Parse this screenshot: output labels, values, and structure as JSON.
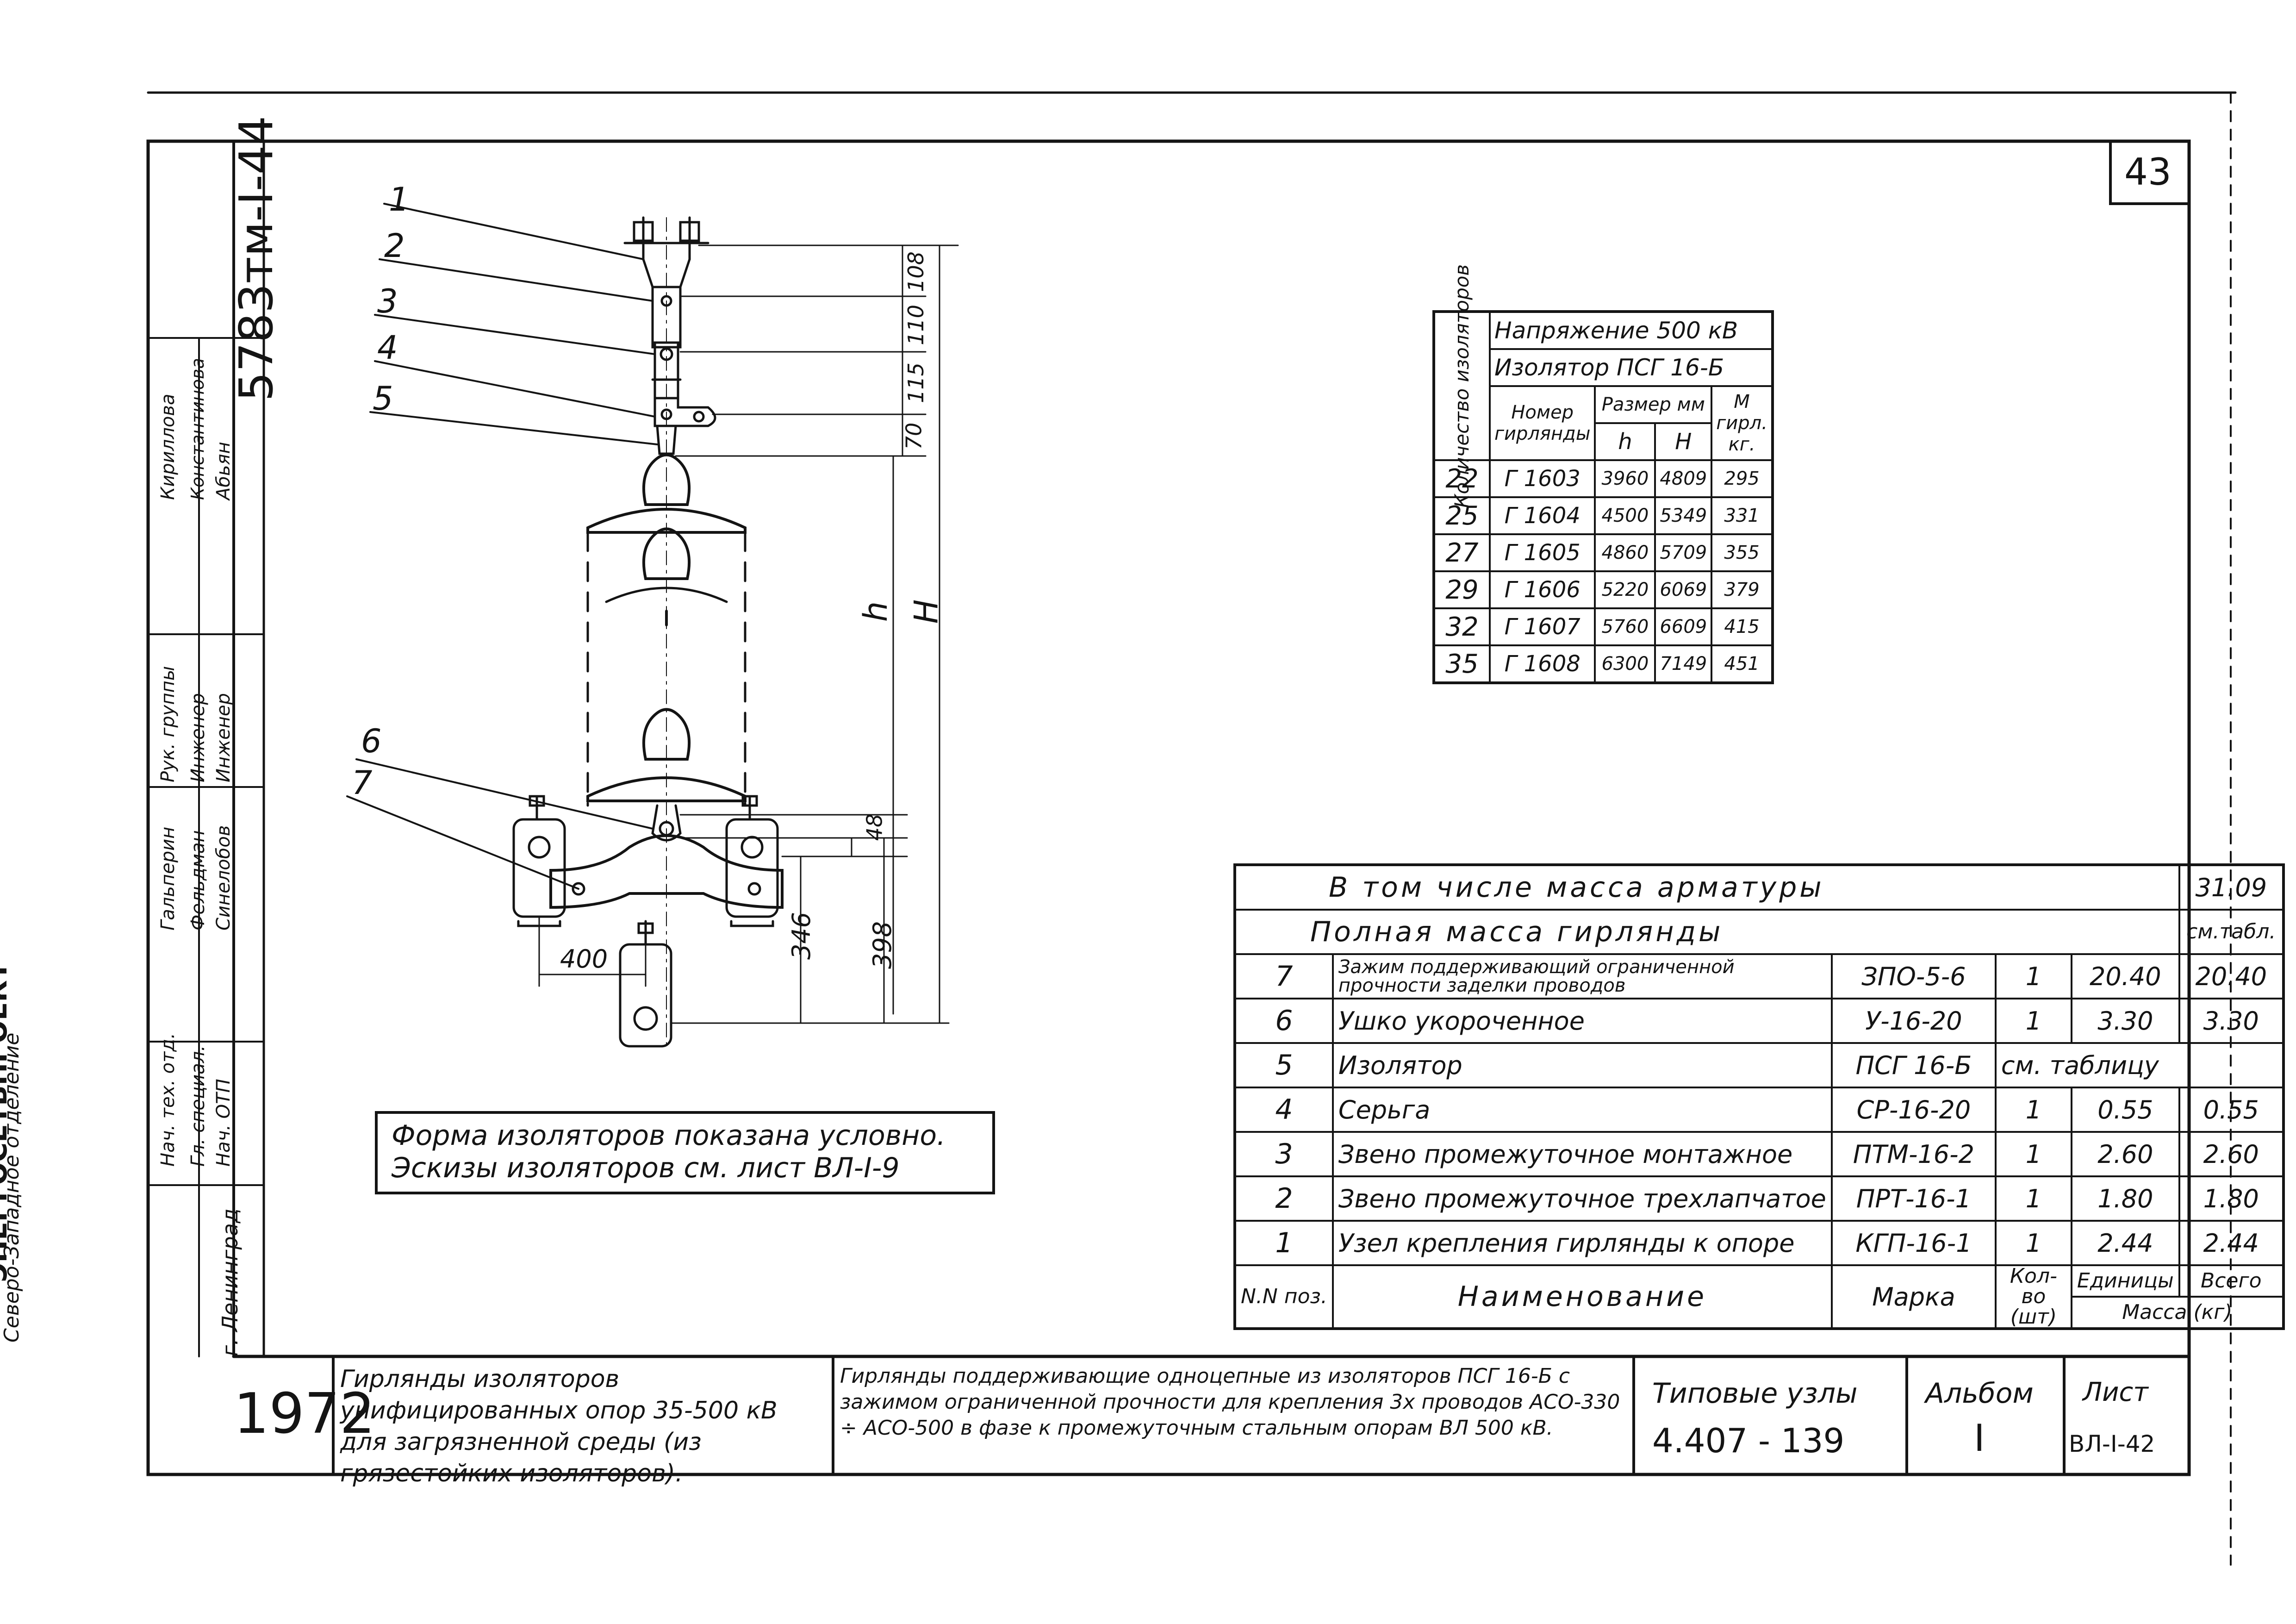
{
  "sheet_number": "43",
  "stamp_code": "5783тм-I-44",
  "year": "1972",
  "organization": {
    "line1": "ЭНЕРГОСЕТЬПРОЕКТ",
    "line2": "Северо-Западное отделение",
    "line3": "г. Ленинград"
  },
  "signatures": [
    {
      "role": "Нач. тех. отд.",
      "name": "Гальперин"
    },
    {
      "role": "Гл. специал.",
      "name": "Фельдман"
    },
    {
      "role": "Нач. ОТП",
      "name": "Синелобов"
    },
    {
      "role": "Рук. группы",
      "name": "Кириллова"
    },
    {
      "role": "Инженер",
      "name": "Константинова"
    },
    {
      "role": "Инженер",
      "name": "Абьян"
    }
  ],
  "callouts": [
    "1",
    "2",
    "3",
    "4",
    "5",
    "6",
    "7"
  ],
  "dimensions": {
    "d108": "108",
    "d110": "110",
    "d115": "115",
    "d70": "70",
    "d48": "48",
    "d346": "346",
    "d398": "398",
    "d400": "400",
    "h": "h",
    "H": "H"
  },
  "note": {
    "line1": "Форма изоляторов показана условно.",
    "line2": "Эскизы изоляторов см. лист ВЛ-I-9"
  },
  "iso_table": {
    "side_header": "Количество изоляторов",
    "voltage": "Напряжение 500 кВ",
    "insulator": "Изолятор ПСГ 16-Б",
    "col_number": "Номер гирлянды",
    "col_size": "Размер мм",
    "col_h": "h",
    "col_H": "H",
    "col_mass": "М гирл. кг.",
    "rows": [
      {
        "count": "22",
        "number": "Г 1603",
        "h": "3960",
        "H": "4809",
        "mass": "295"
      },
      {
        "count": "25",
        "number": "Г 1604",
        "h": "4500",
        "H": "5349",
        "mass": "331"
      },
      {
        "count": "27",
        "number": "Г 1605",
        "h": "4860",
        "H": "5709",
        "mass": "355"
      },
      {
        "count": "29",
        "number": "Г 1606",
        "h": "5220",
        "H": "6069",
        "mass": "379"
      },
      {
        "count": "32",
        "number": "Г 1607",
        "h": "5760",
        "H": "6609",
        "mass": "415"
      },
      {
        "count": "35",
        "number": "Г 1608",
        "h": "6300",
        "H": "7149",
        "mass": "451"
      }
    ]
  },
  "parts": {
    "fitting_mass_label": "В том числе масса арматуры",
    "fitting_mass_value": "31.09",
    "total_mass_label": "Полная масса гирлянды",
    "total_mass_value": "см.табл.",
    "rows": [
      {
        "no": "7",
        "name": "Зажим поддерживающий ограниченной прочности заделки проводов",
        "mark": "ЗПО-5-6",
        "qty": "1",
        "unit": "20.40",
        "total": "20.40"
      },
      {
        "no": "6",
        "name": "Ушко укороченное",
        "mark": "У-16-20",
        "qty": "1",
        "unit": "3.30",
        "total": "3.30"
      },
      {
        "no": "5",
        "name": "Изолятор",
        "mark": "ПСГ 16-Б",
        "qty": "см. таблицу",
        "unit": "",
        "total": ""
      },
      {
        "no": "4",
        "name": "Серьга",
        "mark": "СР-16-20",
        "qty": "1",
        "unit": "0.55",
        "total": "0.55"
      },
      {
        "no": "3",
        "name": "Звено промежуточное монтажное",
        "mark": "ПТМ-16-2",
        "qty": "1",
        "unit": "2.60",
        "total": "2.60"
      },
      {
        "no": "2",
        "name": "Звено промежуточное трехлапчатое",
        "mark": "ПРТ-16-1",
        "qty": "1",
        "unit": "1.80",
        "total": "1.80"
      },
      {
        "no": "1",
        "name": "Узел крепления гирлянды к опоре",
        "mark": "КГП-16-1",
        "qty": "1",
        "unit": "2.44",
        "total": "2.44"
      }
    ],
    "header": {
      "no": "N.N поз.",
      "name": "Наименование",
      "mark": "Марка",
      "qty": "Кол-во (шт)",
      "unit": "Единицы",
      "total": "Всего",
      "mass": "Масса (кг)"
    }
  },
  "title_block": {
    "series_title": "Гирлянды изоляторов унифицированных опор 35-500 кВ для загрязненной среды (из грязестойких изоляторов).",
    "sheet_title": "Гирлянды поддерживающие одноцепные из изоляторов ПСГ 16-Б с зажимом ограниченной прочности для крепления 3х проводов АСО-330 ÷ АСО-500 в фазе к промежуточным стальным опорам ВЛ 500 кВ.",
    "typical_units_label": "Типовые узлы",
    "typical_units_value": "4.407 - 139",
    "album_label": "Альбом",
    "album_value": "I",
    "sheet_label": "Лист",
    "sheet_value": "ВЛ-I-42"
  }
}
